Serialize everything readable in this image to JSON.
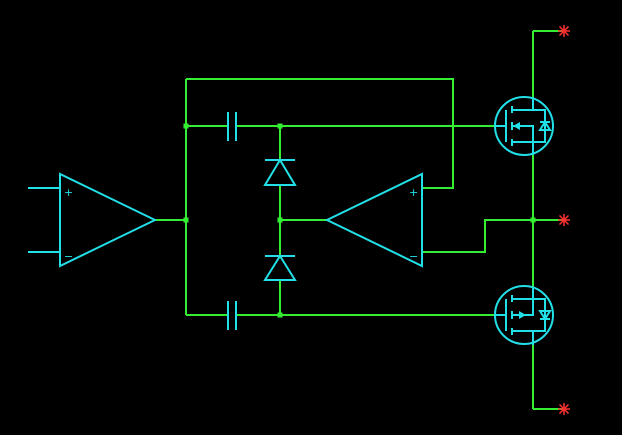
{
  "canvas": {
    "background": "#000000"
  },
  "colors": {
    "wire": "#33ee33",
    "component": "#22e0e8",
    "port_marker": "#ff3030"
  },
  "opamp_left": {
    "plus_sign": "+",
    "minus_sign": "−"
  },
  "opamp_right": {
    "plus_sign": "+",
    "minus_sign": "−"
  },
  "components": {
    "opamps": [
      "opamp_left",
      "opamp_right"
    ],
    "capacitors": 2,
    "diodes": 2,
    "mosfets": 2,
    "ports": 3
  },
  "port_icon": "asterisk-marker"
}
